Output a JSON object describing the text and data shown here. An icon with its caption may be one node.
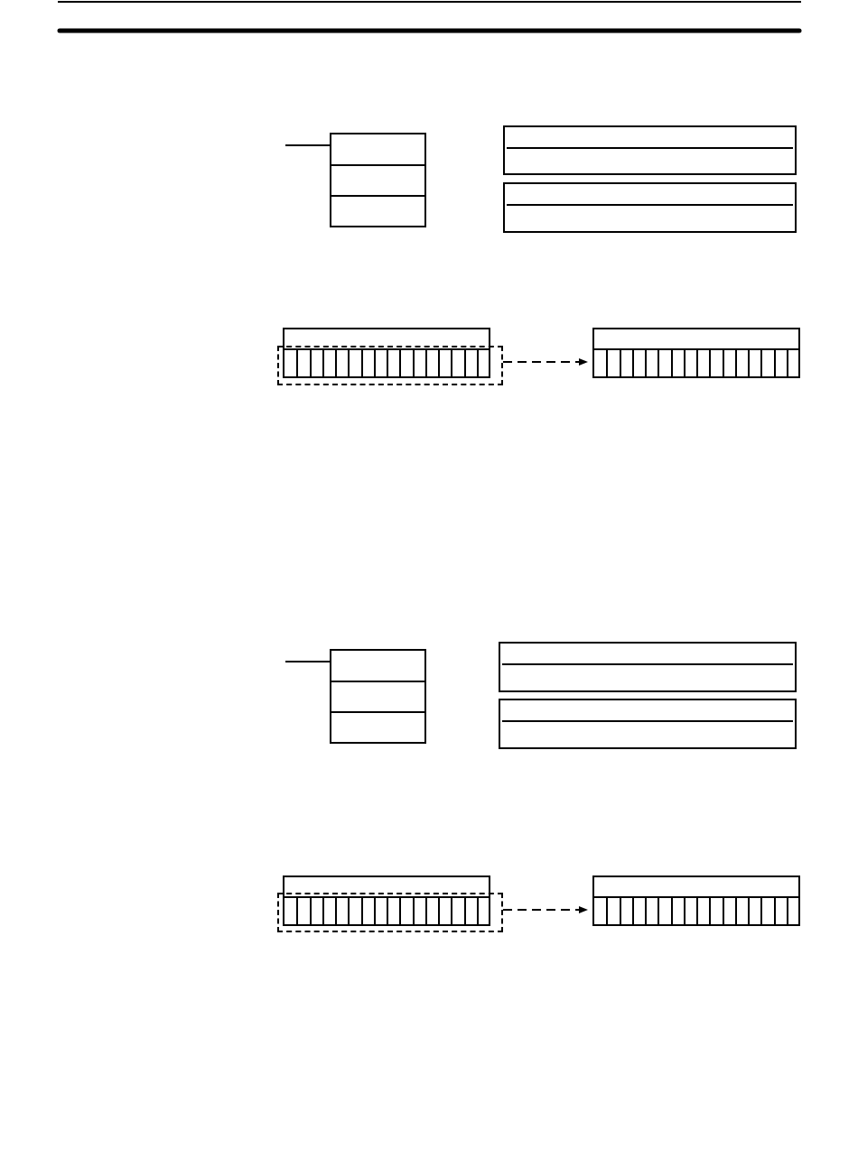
{
  "diagram": {
    "nodes": [
      {
        "text": [],
        "shape": "box"
      },
      {
        "text": [],
        "shape": "box"
      },
      {
        "text": [],
        "shape": "box"
      },
      {
        "text": [],
        "shape": "box"
      },
      {
        "text": [],
        "shape": "box"
      },
      {
        "text": [],
        "shape": "box"
      },
      {
        "text": [],
        "shape": "box"
      },
      {
        "text": [],
        "shape": "box"
      },
      {
        "text": [],
        "shape": "box"
      },
      {
        "text": [],
        "shape": "box"
      },
      {
        "text": [],
        "shape": "box"
      },
      {
        "text": [],
        "shape": "box"
      }
    ],
    "edges": [
      {
        "from": null,
        "to": 0,
        "arrow": "none"
      },
      {
        "from": 4,
        "to": 5,
        "arrow": "to",
        "style": "dashed"
      },
      {
        "from": null,
        "to": 6,
        "arrow": "none"
      },
      {
        "from": 10,
        "to": 11,
        "arrow": "to",
        "style": "dashed"
      }
    ]
  }
}
